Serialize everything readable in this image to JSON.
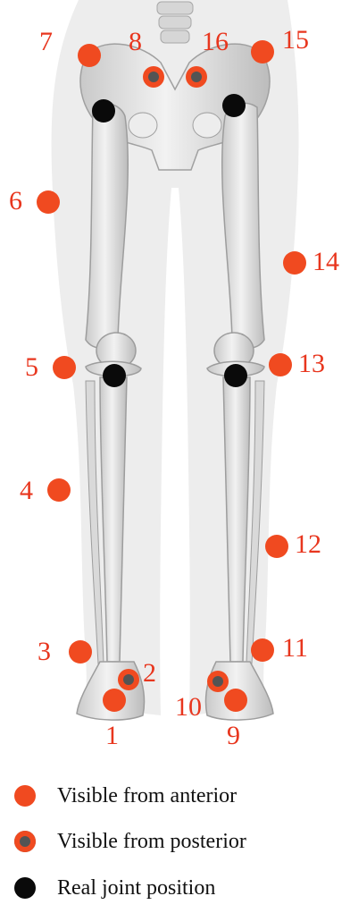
{
  "colors": {
    "anterior": "#f04a20",
    "posterior_ring": "#f04a20",
    "posterior_core": "#545454",
    "real_joint": "#0a0a0a",
    "label": "#e8361e",
    "bone": "#e3e3e3",
    "bone_shadow": "#bdbdbd",
    "silhouette": "#ececec"
  },
  "markers": [
    {
      "id": "1",
      "label": "1",
      "type": "anterior"
    },
    {
      "id": "2",
      "label": "2",
      "type": "posterior"
    },
    {
      "id": "3",
      "label": "3",
      "type": "anterior"
    },
    {
      "id": "4",
      "label": "4",
      "type": "anterior"
    },
    {
      "id": "5",
      "label": "5",
      "type": "anterior"
    },
    {
      "id": "6",
      "label": "6",
      "type": "anterior"
    },
    {
      "id": "7",
      "label": "7",
      "type": "anterior"
    },
    {
      "id": "8",
      "label": "8",
      "type": "posterior"
    },
    {
      "id": "9",
      "label": "9",
      "type": "anterior"
    },
    {
      "id": "10",
      "label": "10",
      "type": "posterior"
    },
    {
      "id": "11",
      "label": "11",
      "type": "anterior"
    },
    {
      "id": "12",
      "label": "12",
      "type": "anterior"
    },
    {
      "id": "13",
      "label": "13",
      "type": "anterior"
    },
    {
      "id": "14",
      "label": "14",
      "type": "anterior"
    },
    {
      "id": "15",
      "label": "15",
      "type": "anterior"
    },
    {
      "id": "16",
      "label": "16",
      "type": "posterior"
    }
  ],
  "joints": [
    {
      "id": "left-hip",
      "type": "real"
    },
    {
      "id": "right-hip",
      "type": "real"
    },
    {
      "id": "left-knee",
      "type": "real"
    },
    {
      "id": "right-knee",
      "type": "real"
    }
  ],
  "legend": [
    {
      "key": "anterior",
      "text": "Visible from anterior"
    },
    {
      "key": "posterior",
      "text": "Visible from posterior"
    },
    {
      "key": "real",
      "text": "Real joint position"
    }
  ]
}
